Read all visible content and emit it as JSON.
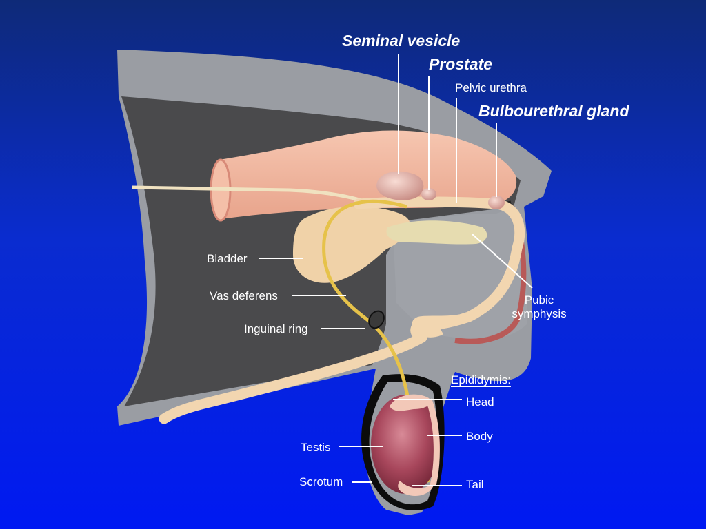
{
  "labels": {
    "seminal_vesicle": "Seminal vesicle",
    "prostate": "Prostate",
    "pelvic_urethra": "Pelvic urethra",
    "bulbourethral_gland": "Bulbourethral  gland",
    "bladder": "Bladder",
    "vas_deferens": "Vas deferens",
    "inguinal_ring": "Inguinal ring",
    "pubic": "Pubic",
    "symphysis": "symphysis",
    "epididymis": "Epididymis:",
    "head": "Head",
    "body": "Body",
    "tail": "Tail",
    "testis": "Testis",
    "scrotum": "Scrotum"
  },
  "colors": {
    "background_top": "#0e2a78",
    "background_bottom": "#0019f2",
    "body_wall": "#9a9da3",
    "body_cavity": "#4a4a4c",
    "rectum": "#f0b8a0",
    "urethra": "#f2d6b0",
    "vas_deferens": "#e6c24a",
    "testis": "#a8475c",
    "label_text": "#ffffff"
  }
}
